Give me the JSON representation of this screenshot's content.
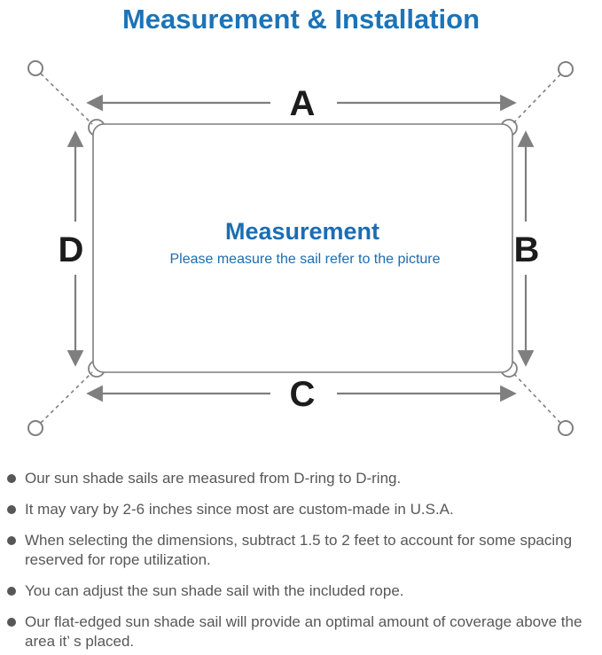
{
  "page": {
    "title": "Measurement & Installation"
  },
  "diagram": {
    "dimension_labels": {
      "top": "A",
      "right": "B",
      "bottom": "C",
      "left": "D"
    },
    "center_heading": "Measurement",
    "center_subtitle": "Please measure the sail refer to the picture"
  },
  "bullets": [
    "Our sun shade sails are measured from D-ring to D-ring.",
    "It may vary by 2-6 inches since most are custom-made in U.S.A.",
    "When selecting the dimensions, subtract 1.5 to 2 feet to account for some spacing reserved for rope utilization.",
    "You can adjust the sun shade sail with the included rope.",
    "Our flat-edged sun shade sail will provide an optimal amount of coverage above the area it’ s placed."
  ],
  "colors": {
    "accent_blue": "#1b74b9",
    "diagram_line_gray": "#7f7f7f",
    "body_text_gray": "#575757",
    "dimension_letter_black": "#1c1c1c"
  }
}
